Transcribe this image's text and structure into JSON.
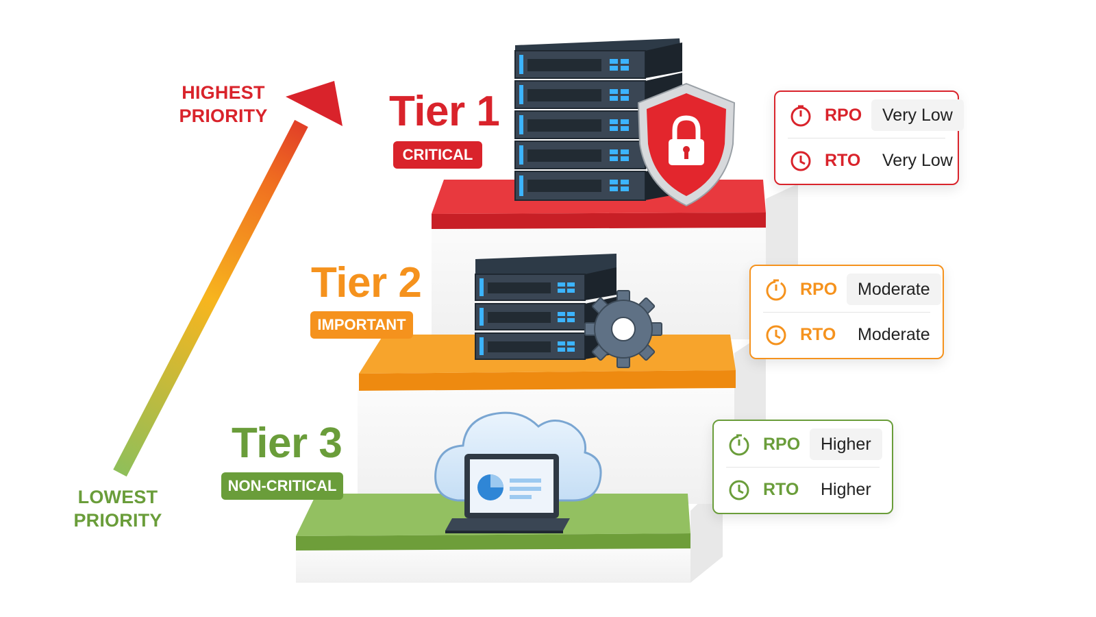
{
  "priority_axis": {
    "top_line1": "HIGHEST",
    "top_line2": "PRIORITY",
    "bottom_line1": "LOWEST",
    "bottom_line2": "PRIORITY",
    "top_color": "#d9232b",
    "bottom_color": "#6a9d3a"
  },
  "tiers": [
    {
      "title": "Tier 1",
      "badge": "CRITICAL",
      "color": "#d9232b",
      "icon": "server-rack-with-shield-lock-icon",
      "metrics": [
        {
          "name": "RPO",
          "value": "Very Low"
        },
        {
          "name": "RTO",
          "value": "Very Low"
        }
      ]
    },
    {
      "title": "Tier 2",
      "badge": "IMPORTANT",
      "color": "#f5921d",
      "icon": "server-rack-with-gear-icon",
      "metrics": [
        {
          "name": "RPO",
          "value": "Moderate"
        },
        {
          "name": "RTO",
          "value": "Moderate"
        }
      ]
    },
    {
      "title": "Tier 3",
      "badge": "NON-CRITICAL",
      "color": "#6a9d3a",
      "icon": "cloud-laptop-icon",
      "metrics": [
        {
          "name": "RPO",
          "value": "Higher"
        },
        {
          "name": "RTO",
          "value": "Higher"
        }
      ]
    }
  ]
}
